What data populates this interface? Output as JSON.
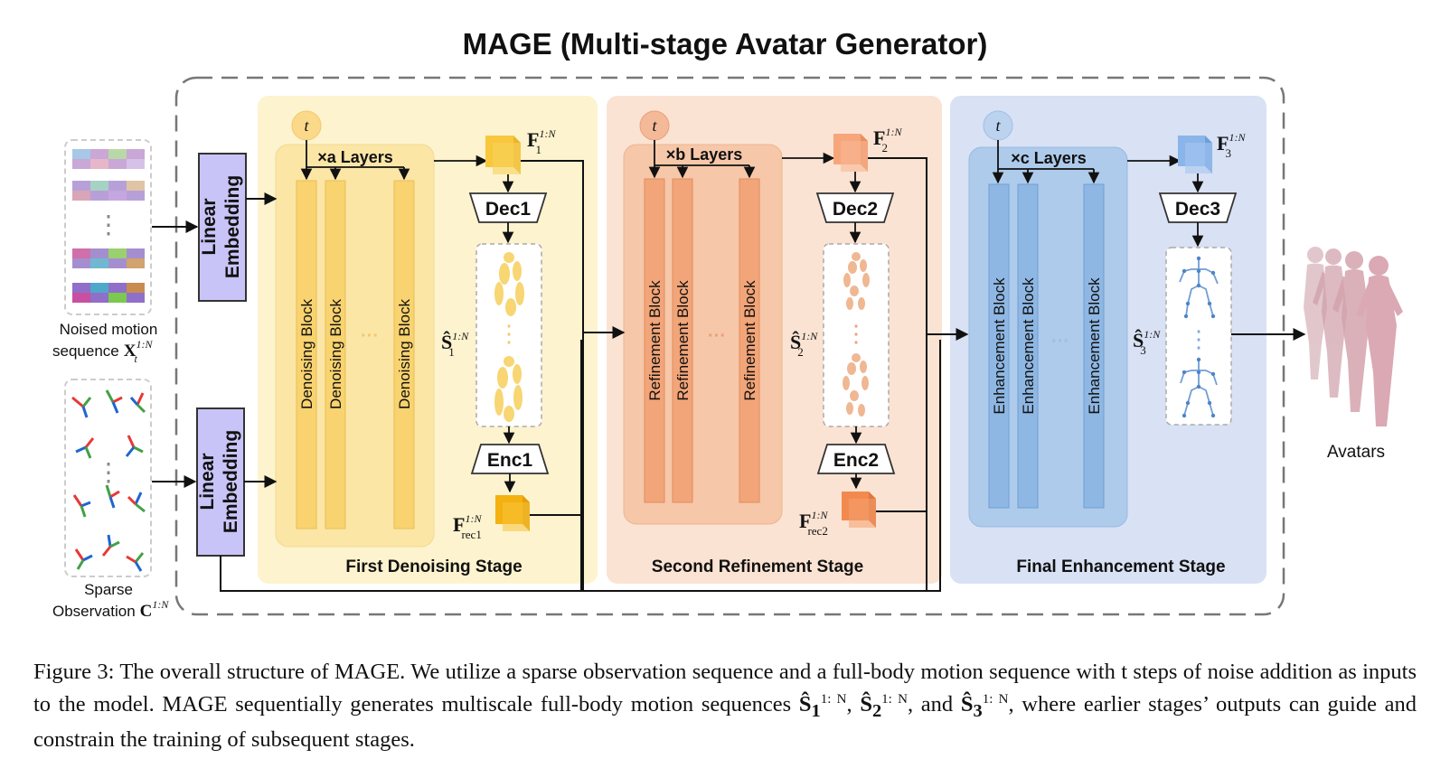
{
  "title": "MAGE (Multi-stage Avatar Generator)",
  "inputs": {
    "noised_label_line1": "Noised motion",
    "noised_label_line2": "sequence",
    "noised_symbol": "X",
    "noised_sup": "1:N",
    "noised_sub": "t",
    "sparse_label_line1": "Sparse",
    "sparse_label_line2": "Observation",
    "sparse_symbol": "C",
    "sparse_sup": "1:N",
    "dots": "⋮"
  },
  "embedding_label_line1": "Linear",
  "embedding_label_line2": "Embedding",
  "timestep": "t",
  "ellipsis": "···",
  "vdots": "⋮",
  "stages": [
    {
      "name": "First Denoising Stage",
      "layers": "×a Layers",
      "block": "Denoising Block",
      "decoder": "Dec1",
      "encoder": "Enc1",
      "feature": "F",
      "feature_sup": "1:N",
      "feature_sub": "1",
      "output": "Ŝ",
      "output_sup": "1:N",
      "output_sub": "1",
      "rec": "F",
      "rec_sup": "1:N",
      "rec_sub": "rec1"
    },
    {
      "name": "Second Refinement Stage",
      "layers": "×b Layers",
      "block": "Refinement Block",
      "decoder": "Dec2",
      "encoder": "Enc2",
      "feature": "F",
      "feature_sup": "1:N",
      "feature_sub": "2",
      "output": "Ŝ",
      "output_sup": "1:N",
      "output_sub": "2",
      "rec": "F",
      "rec_sup": "1:N",
      "rec_sub": "rec2"
    },
    {
      "name": "Final Enhancement Stage",
      "layers": "×c Layers",
      "block": "Enhancement Block",
      "decoder": "Dec3",
      "feature": "F",
      "feature_sup": "1:N",
      "feature_sub": "3",
      "output": "Ŝ",
      "output_sup": "1:N",
      "output_sub": "3"
    }
  ],
  "output_label": "Avatars",
  "caption": {
    "part1": "Figure 3: The overall structure of MAGE. We utilize a sparse observation sequence and a full-body motion sequence with t steps of noise addition as inputs to the model. MAGE sequentially generates multiscale full-body motion sequences ",
    "s1": "Ŝ",
    "s1_sub": "1",
    "s1_sup": "1: N",
    "sep1": ", ",
    "s2": "Ŝ",
    "s2_sub": "2",
    "s2_sup": "1: N",
    "sep2": ", and ",
    "s3": "Ŝ",
    "s3_sub": "3",
    "s3_sup": "1: N",
    "part2": ", where earlier stages’ outputs can guide and constrain the training of subsequent stages."
  },
  "colors": {
    "stage1_bg": "#fdf3cf",
    "stage1_inner": "#fbe6a6",
    "stage1_block": "#f9d36f",
    "stage2_bg": "#fbe3d3",
    "stage2_inner": "#f6c7a8",
    "stage2_block": "#f2a578",
    "stage3_bg": "#d9e1f4",
    "stage3_inner": "#aecbec",
    "stage3_block": "#8fb7e3",
    "embedding": "#c8c4f7"
  }
}
